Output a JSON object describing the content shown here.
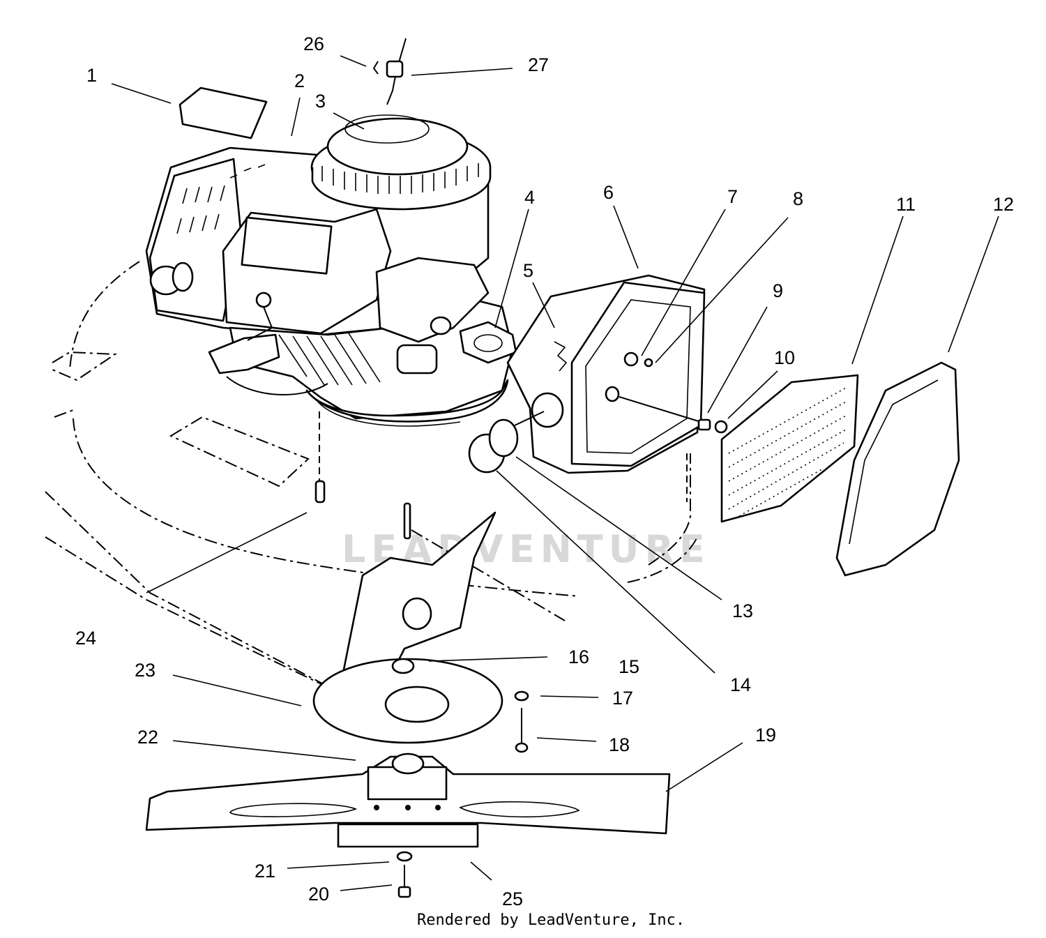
{
  "callouts": {
    "c1": "1",
    "c2": "2",
    "c3": "3",
    "c4": "4",
    "c5": "5",
    "c6": "6",
    "c7": "7",
    "c8": "8",
    "c9": "9",
    "c10": "10",
    "c11": "11",
    "c12": "12",
    "c13": "13",
    "c14": "14",
    "c15": "15",
    "c16": "16",
    "c17": "17",
    "c18": "18",
    "c19": "19",
    "c20": "20",
    "c21": "21",
    "c22": "22",
    "c23": "23",
    "c24": "24",
    "c25": "25",
    "c26": "26",
    "c27": "27"
  },
  "watermark": "LEADVENTURE",
  "footer": "Rendered by LeadVenture, Inc.",
  "colors": {
    "line": "#000000",
    "background": "#ffffff",
    "watermark": "#d8d8d8"
  }
}
